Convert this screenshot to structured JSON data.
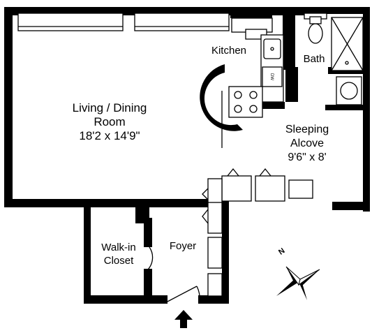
{
  "rooms": {
    "living": {
      "name_line1": "Living / Dining",
      "name_line2": "Room",
      "dims": "18'2 x 14'9\""
    },
    "kitchen": {
      "name": "Kitchen"
    },
    "bath": {
      "name": "Bath"
    },
    "sleeping": {
      "name_line1": "Sleeping",
      "name_line2": "Alcove",
      "dims": "9'6\" x 8'"
    },
    "closet": {
      "name_line1": "Walk-in",
      "name_line2": "Closet"
    },
    "foyer": {
      "name": "Foyer"
    }
  },
  "appliances": {
    "dishwasher_label": "DW"
  },
  "compass": {
    "label": "N"
  },
  "colors": {
    "wall": "#000000",
    "background": "#ffffff"
  },
  "icons": [
    "compass-rose-icon",
    "entrance-arrow-icon"
  ]
}
